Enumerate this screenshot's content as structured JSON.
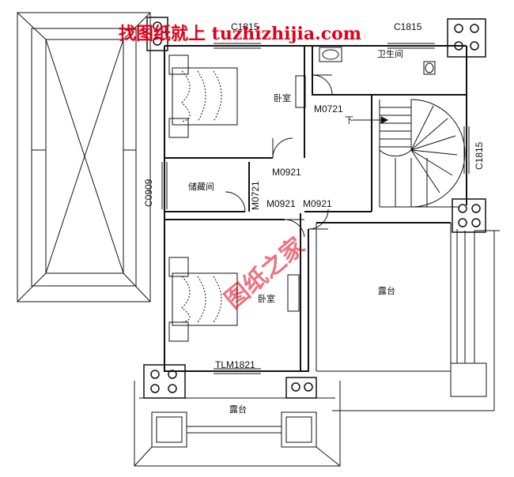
{
  "watermark": {
    "top_text": "找图纸就上 tuzhizhijia.com",
    "diagonal_text": "图纸之家",
    "color": "#e0001a"
  },
  "rooms": {
    "bedroom_top": "卧室",
    "bathroom": "卫生间",
    "storage": "储藏间",
    "bedroom_bottom": "卧室",
    "terrace_right": "露台",
    "terrace_bottom": "露台",
    "stair_down": "下"
  },
  "codes": {
    "window_top_left": "C1815",
    "window_top_right": "C1815",
    "window_right": "C1815",
    "window_left": "C0909",
    "door_bath": "M0721",
    "door_bedroom_top": "M0921",
    "door_storage": "M0721",
    "door_bedroom_bottom": "M0921",
    "door_terrace": "M0921",
    "sliding_door": "TLM1821"
  },
  "colors": {
    "line": "#111111",
    "watermark": "#e0001a"
  }
}
